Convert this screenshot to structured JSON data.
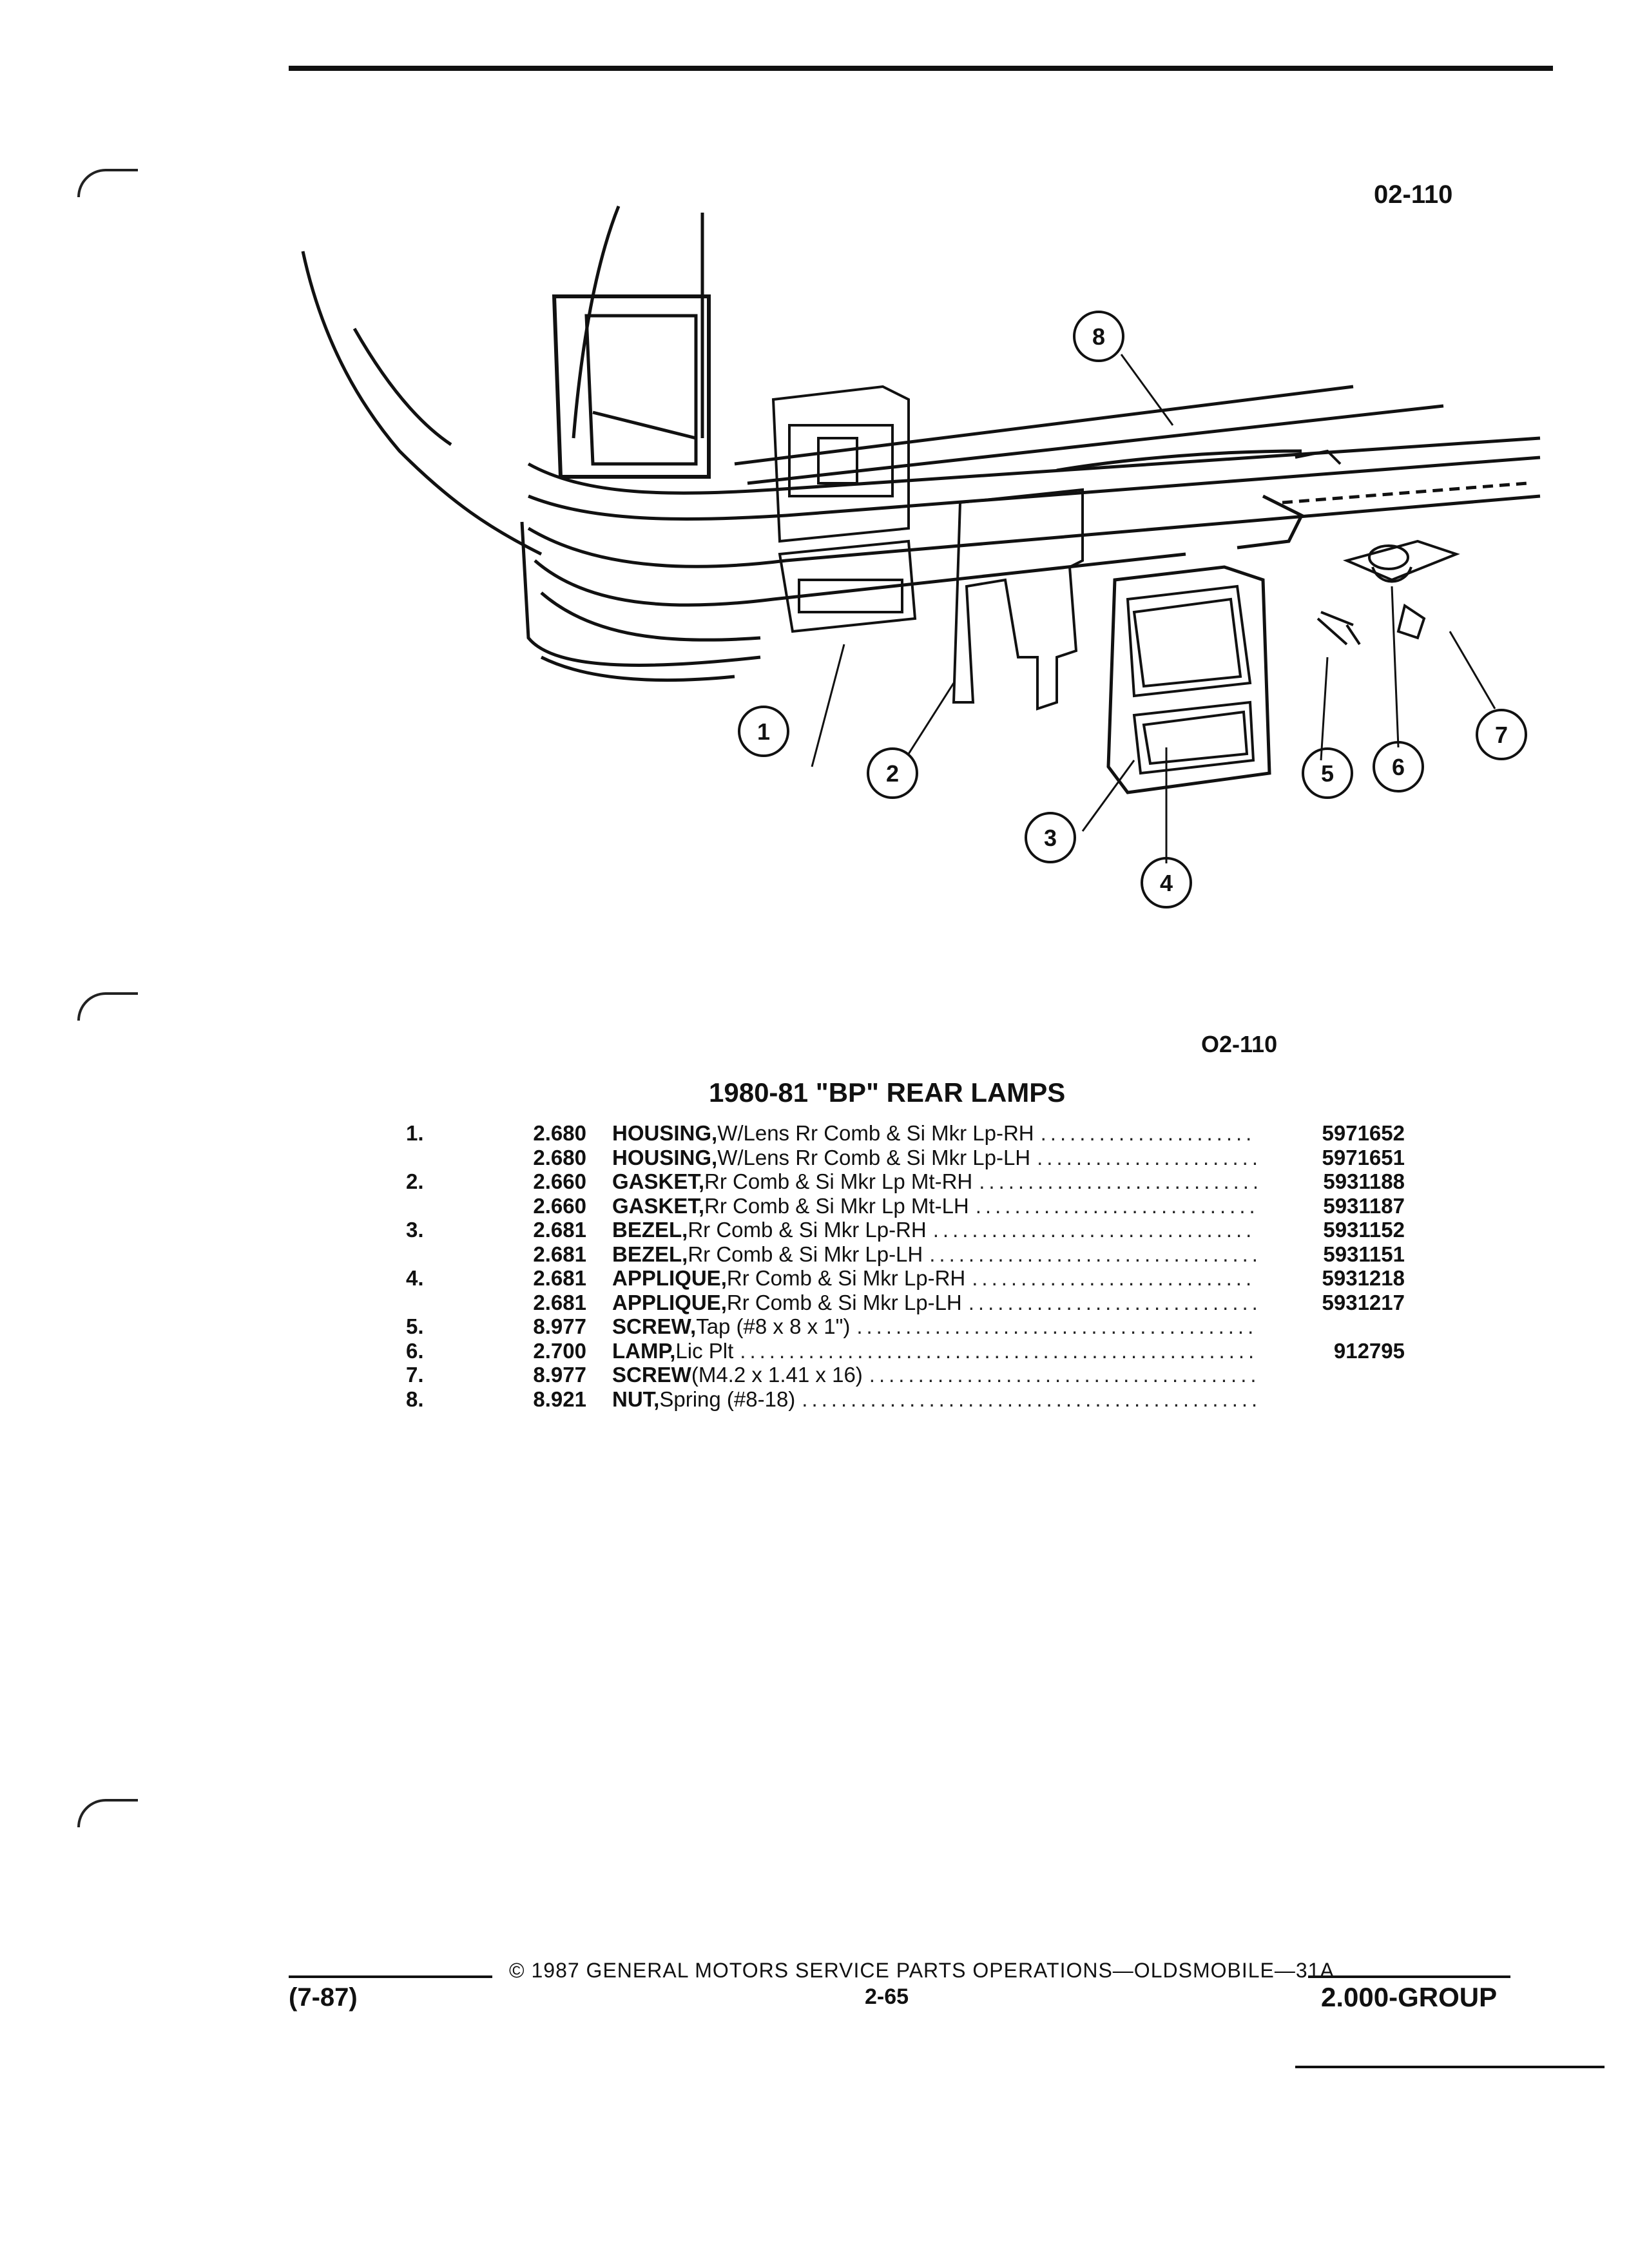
{
  "header": {
    "diagram_ref": "02-110"
  },
  "diagram": {
    "callouts": [
      "1",
      "2",
      "3",
      "4",
      "5",
      "6",
      "7",
      "8"
    ],
    "icons": [
      "rear-quarter-body-illustration",
      "housing-lamp-part",
      "gasket-part",
      "bezel-part",
      "applique-part",
      "screw-part",
      "license-lamp-part",
      "spring-nut-part"
    ]
  },
  "table": {
    "ref": "O2-110",
    "title": "1980-81 \"BP\" REAR LAMPS",
    "rows": [
      {
        "item": "1.",
        "group": "2.680",
        "name": "HOUSING,",
        "desc": " W/Lens Rr Comb & Si Mkr Lp-RH",
        "part": "5971652"
      },
      {
        "item": "",
        "group": "2.680",
        "name": "HOUSING,",
        "desc": " W/Lens Rr Comb & Si Mkr Lp-LH",
        "part": "5971651"
      },
      {
        "item": "2.",
        "group": "2.660",
        "name": "GASKET,",
        "desc": " Rr Comb & Si Mkr Lp Mt-RH",
        "part": "5931188"
      },
      {
        "item": "",
        "group": "2.660",
        "name": "GASKET,",
        "desc": " Rr Comb & Si Mkr Lp Mt-LH",
        "part": "5931187"
      },
      {
        "item": "3.",
        "group": "2.681",
        "name": "BEZEL,",
        "desc": " Rr Comb & Si Mkr Lp-RH",
        "part": "5931152"
      },
      {
        "item": "",
        "group": "2.681",
        "name": "BEZEL,",
        "desc": " Rr Comb & Si Mkr Lp-LH",
        "part": "5931151"
      },
      {
        "item": "4.",
        "group": "2.681",
        "name": "APPLIQUE,",
        "desc": " Rr Comb & Si Mkr Lp-RH",
        "part": "5931218"
      },
      {
        "item": "",
        "group": "2.681",
        "name": "APPLIQUE,",
        "desc": " Rr Comb & Si Mkr Lp-LH",
        "part": "5931217"
      },
      {
        "item": "5.",
        "group": "8.977",
        "name": "SCREW,",
        "desc": " Tap (#8 x 8 x 1\")",
        "part": ""
      },
      {
        "item": "6.",
        "group": "2.700",
        "name": "LAMP,",
        "desc": " Lic Plt",
        "part": "912795"
      },
      {
        "item": "7.",
        "group": "8.977",
        "name": "SCREW",
        "desc": " (M4.2 x 1.41 x 16)",
        "part": ""
      },
      {
        "item": "8.",
        "group": "8.921",
        "name": "NUT,",
        "desc": " Spring (#8-18)",
        "part": ""
      }
    ]
  },
  "footer": {
    "copyright": "© 1987 GENERAL MOTORS SERVICE PARTS OPERATIONS—OLDSMOBILE—31A",
    "date_code": "(7-87)",
    "page_number": "2-65",
    "group": "2.000-GROUP"
  }
}
